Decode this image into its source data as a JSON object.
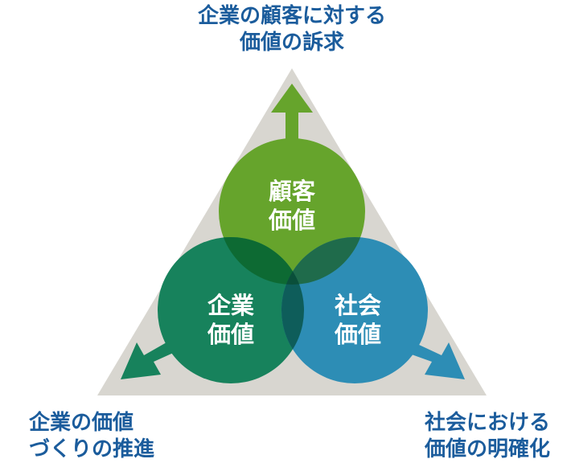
{
  "colors": {
    "triangle": "#d8d6d0",
    "customer_circle": "#66a42c",
    "company_circle": "#17825c",
    "society_circle": "#2d8db5",
    "overlap_customer_company": "#0d6a33",
    "overlap_customer_society": "#1f6b4b",
    "overlap_company_society": "#0e5d5a",
    "overlap_center": "#0a4f3a",
    "outer_label": "#1b5c9c",
    "circle_label": "#ffffff"
  },
  "labels": {
    "top": [
      "企業の顧客に対する",
      "価値の訴求"
    ],
    "bottom_left": [
      "企業の価値",
      "づくりの推進"
    ],
    "bottom_right": [
      "社会における",
      "価値の明確化"
    ]
  },
  "circles": {
    "customer": [
      "顧客",
      "価値"
    ],
    "company": [
      "企業",
      "価値"
    ],
    "society": [
      "社会",
      "価値"
    ]
  }
}
